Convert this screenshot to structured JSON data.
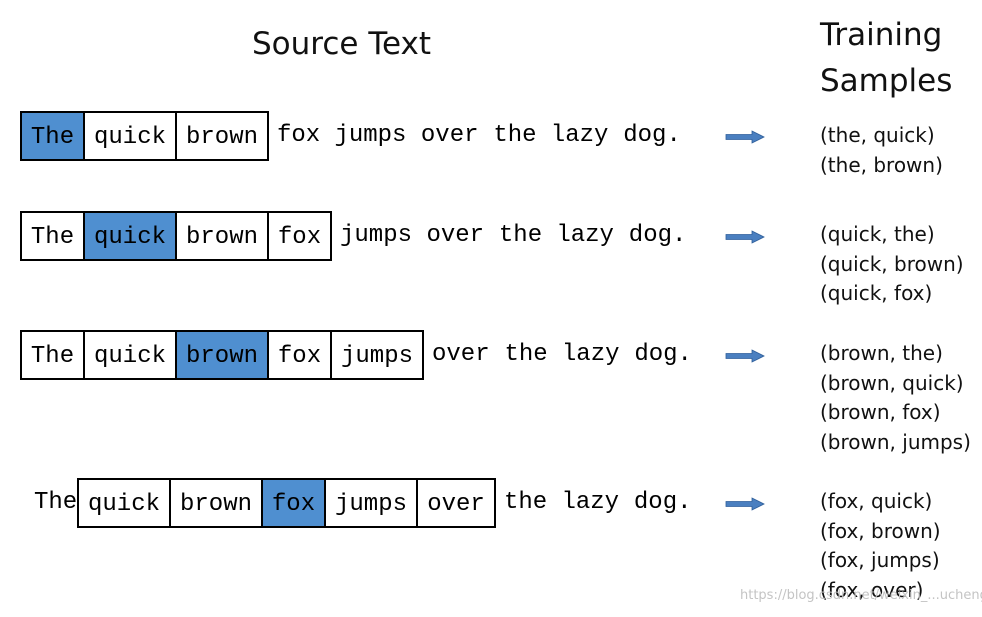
{
  "headers": {
    "source_text": "Source Text",
    "training_samples_line1": "Training",
    "training_samples_line2": "Samples"
  },
  "sentence": [
    "The",
    "quick",
    "brown",
    "fox",
    "jumps",
    "over",
    "the",
    "lazy",
    "dog."
  ],
  "rows": [
    {
      "center_index": 0,
      "window_indices": [
        0,
        1,
        2
      ],
      "samples": [
        "(the, quick)",
        "(the, brown)"
      ]
    },
    {
      "center_index": 1,
      "window_indices": [
        0,
        1,
        2,
        3
      ],
      "samples": [
        "(quick, the)",
        "(quick, brown)",
        "(quick, fox)"
      ]
    },
    {
      "center_index": 2,
      "window_indices": [
        0,
        1,
        2,
        3,
        4
      ],
      "samples": [
        "(brown, the)",
        "(brown, quick)",
        "(brown, fox)",
        "(brown, jumps)"
      ]
    },
    {
      "center_index": 3,
      "window_indices": [
        1,
        2,
        3,
        4,
        5
      ],
      "samples": [
        "(fox, quick)",
        "(fox, brown)",
        "(fox, jumps)",
        "(fox, over)"
      ]
    }
  ],
  "colors": {
    "center_highlight": "#4f8fd0",
    "arrow": "#4a7fc0",
    "box_border": "#000000"
  },
  "watermark": "https://blog.csdn.net/weixin_...ucheng"
}
